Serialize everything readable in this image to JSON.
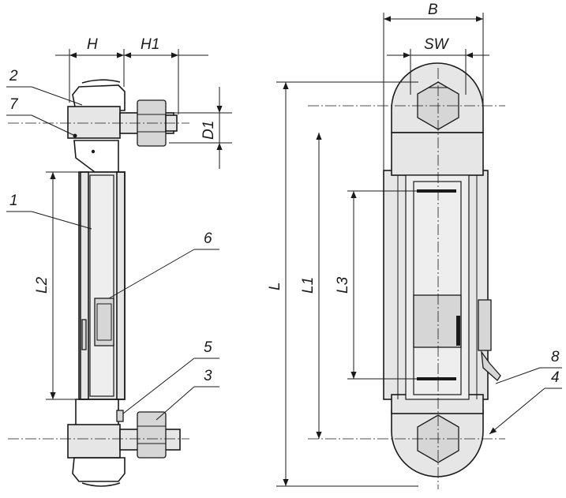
{
  "dimensions": {
    "H": "H",
    "H1": "H1",
    "D1": "D1",
    "L2": "L2",
    "B": "B",
    "SW": "SW",
    "L": "L",
    "L1": "L1",
    "L3": "L3"
  },
  "parts": {
    "p1": "1",
    "p2": "2",
    "p3": "3",
    "p4": "4",
    "p5": "5",
    "p6": "6",
    "p7": "7",
    "p8": "8"
  },
  "colors": {
    "line": "#1a1a1a",
    "fill": "#e6e6e6",
    "background": "#ffffff"
  }
}
